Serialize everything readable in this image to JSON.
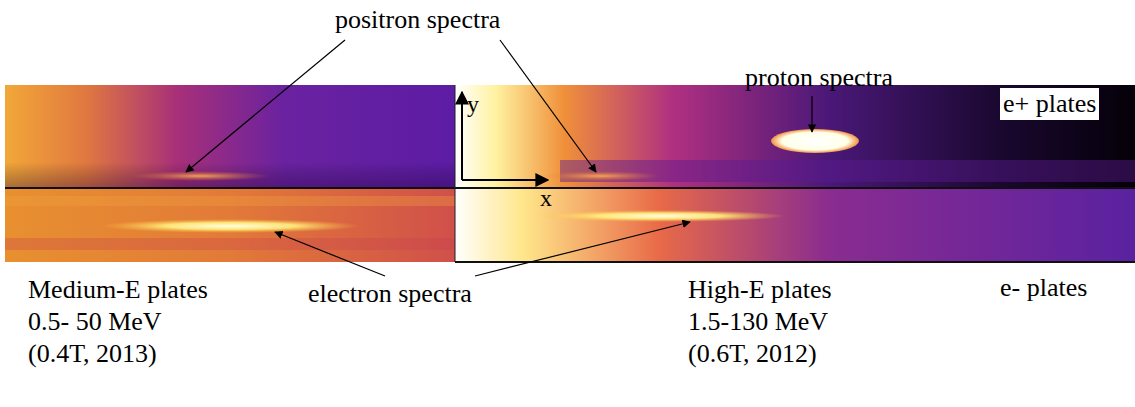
{
  "diagram": {
    "labels": [
      "positron spectra",
      "proton spectra",
      "e+ plates",
      "y",
      "x",
      "Medium-E plates 0.5- 50 MeV (0.4T, 2013)",
      "electron spectra",
      "High-E plates 1.5-130 MeV (0.6T, 2012)",
      "e- plates"
    ]
  }
}
